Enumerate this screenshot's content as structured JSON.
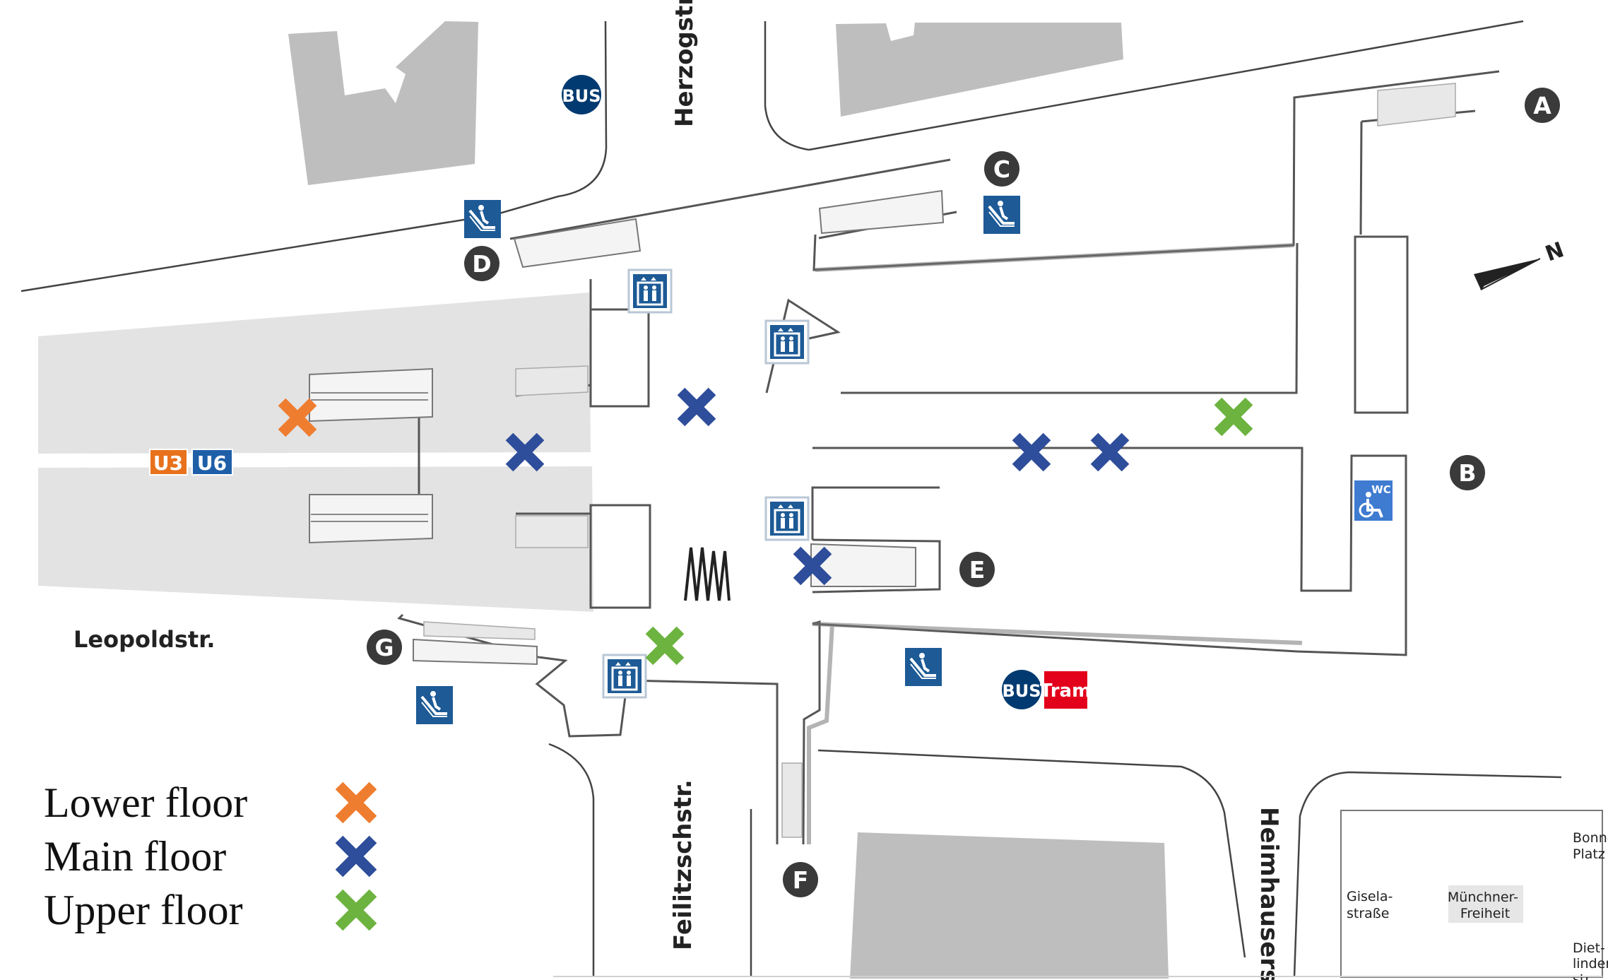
{
  "streets": {
    "herzogstr": "Herzogstr.",
    "leopoldstr": "Leopoldstr.",
    "feilitzschstr": "Feilitzschstr.",
    "heimhauserstr": "Heimhauserstr."
  },
  "entrances": [
    "A",
    "B",
    "C",
    "D",
    "E",
    "F",
    "G"
  ],
  "lines": {
    "u3": "U3",
    "u6": "U6",
    "u3_color": "#e8711c",
    "u6_color": "#1f5fa8"
  },
  "transit": {
    "bus": "BUS",
    "tram": "Tram",
    "bus_color": "#003a70",
    "tram_color": "#e2001a"
  },
  "wc": "WC",
  "north": "N",
  "inset": {
    "bonner_platz": [
      "Bonner",
      "Platz"
    ],
    "giselastrasse": [
      "Gisela-",
      "straße"
    ],
    "muenchner_freiheit": [
      "Münchner-",
      "Freiheit"
    ],
    "dietlindenstr": [
      "Diet-",
      "linden-",
      "str."
    ]
  },
  "legend": {
    "lower": {
      "label": "Lower floor",
      "color": "#ee7d30"
    },
    "main": {
      "label": "Main floor",
      "color": "#2e4d9a"
    },
    "upper": {
      "label": "Upper floor",
      "color": "#6cb33f"
    }
  },
  "icon_color": "#1d5a96"
}
